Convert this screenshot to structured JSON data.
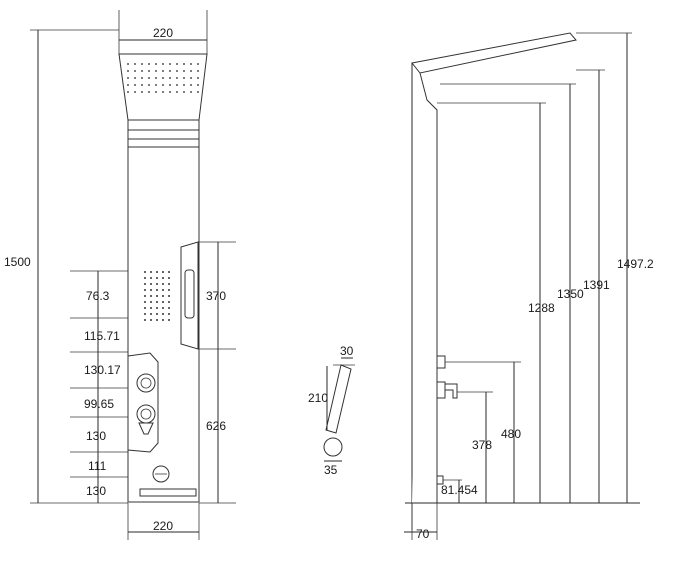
{
  "front_view": {
    "top_width": "220",
    "bottom_width": "220",
    "total_height": "1500",
    "hand_shower_bracket": "370",
    "body_lower": "626",
    "segments": [
      "76.3",
      "115.71",
      "130.17",
      "99.65",
      "130",
      "111",
      "130"
    ]
  },
  "hand_shower": {
    "top": "30",
    "length": "210",
    "bottom": "35"
  },
  "side_view": {
    "heights": [
      "1497.2",
      "1391",
      "1350",
      "1288"
    ],
    "valve_height": "480",
    "spout_height": "378",
    "base_height": "81.454",
    "wall_offset": "70"
  }
}
